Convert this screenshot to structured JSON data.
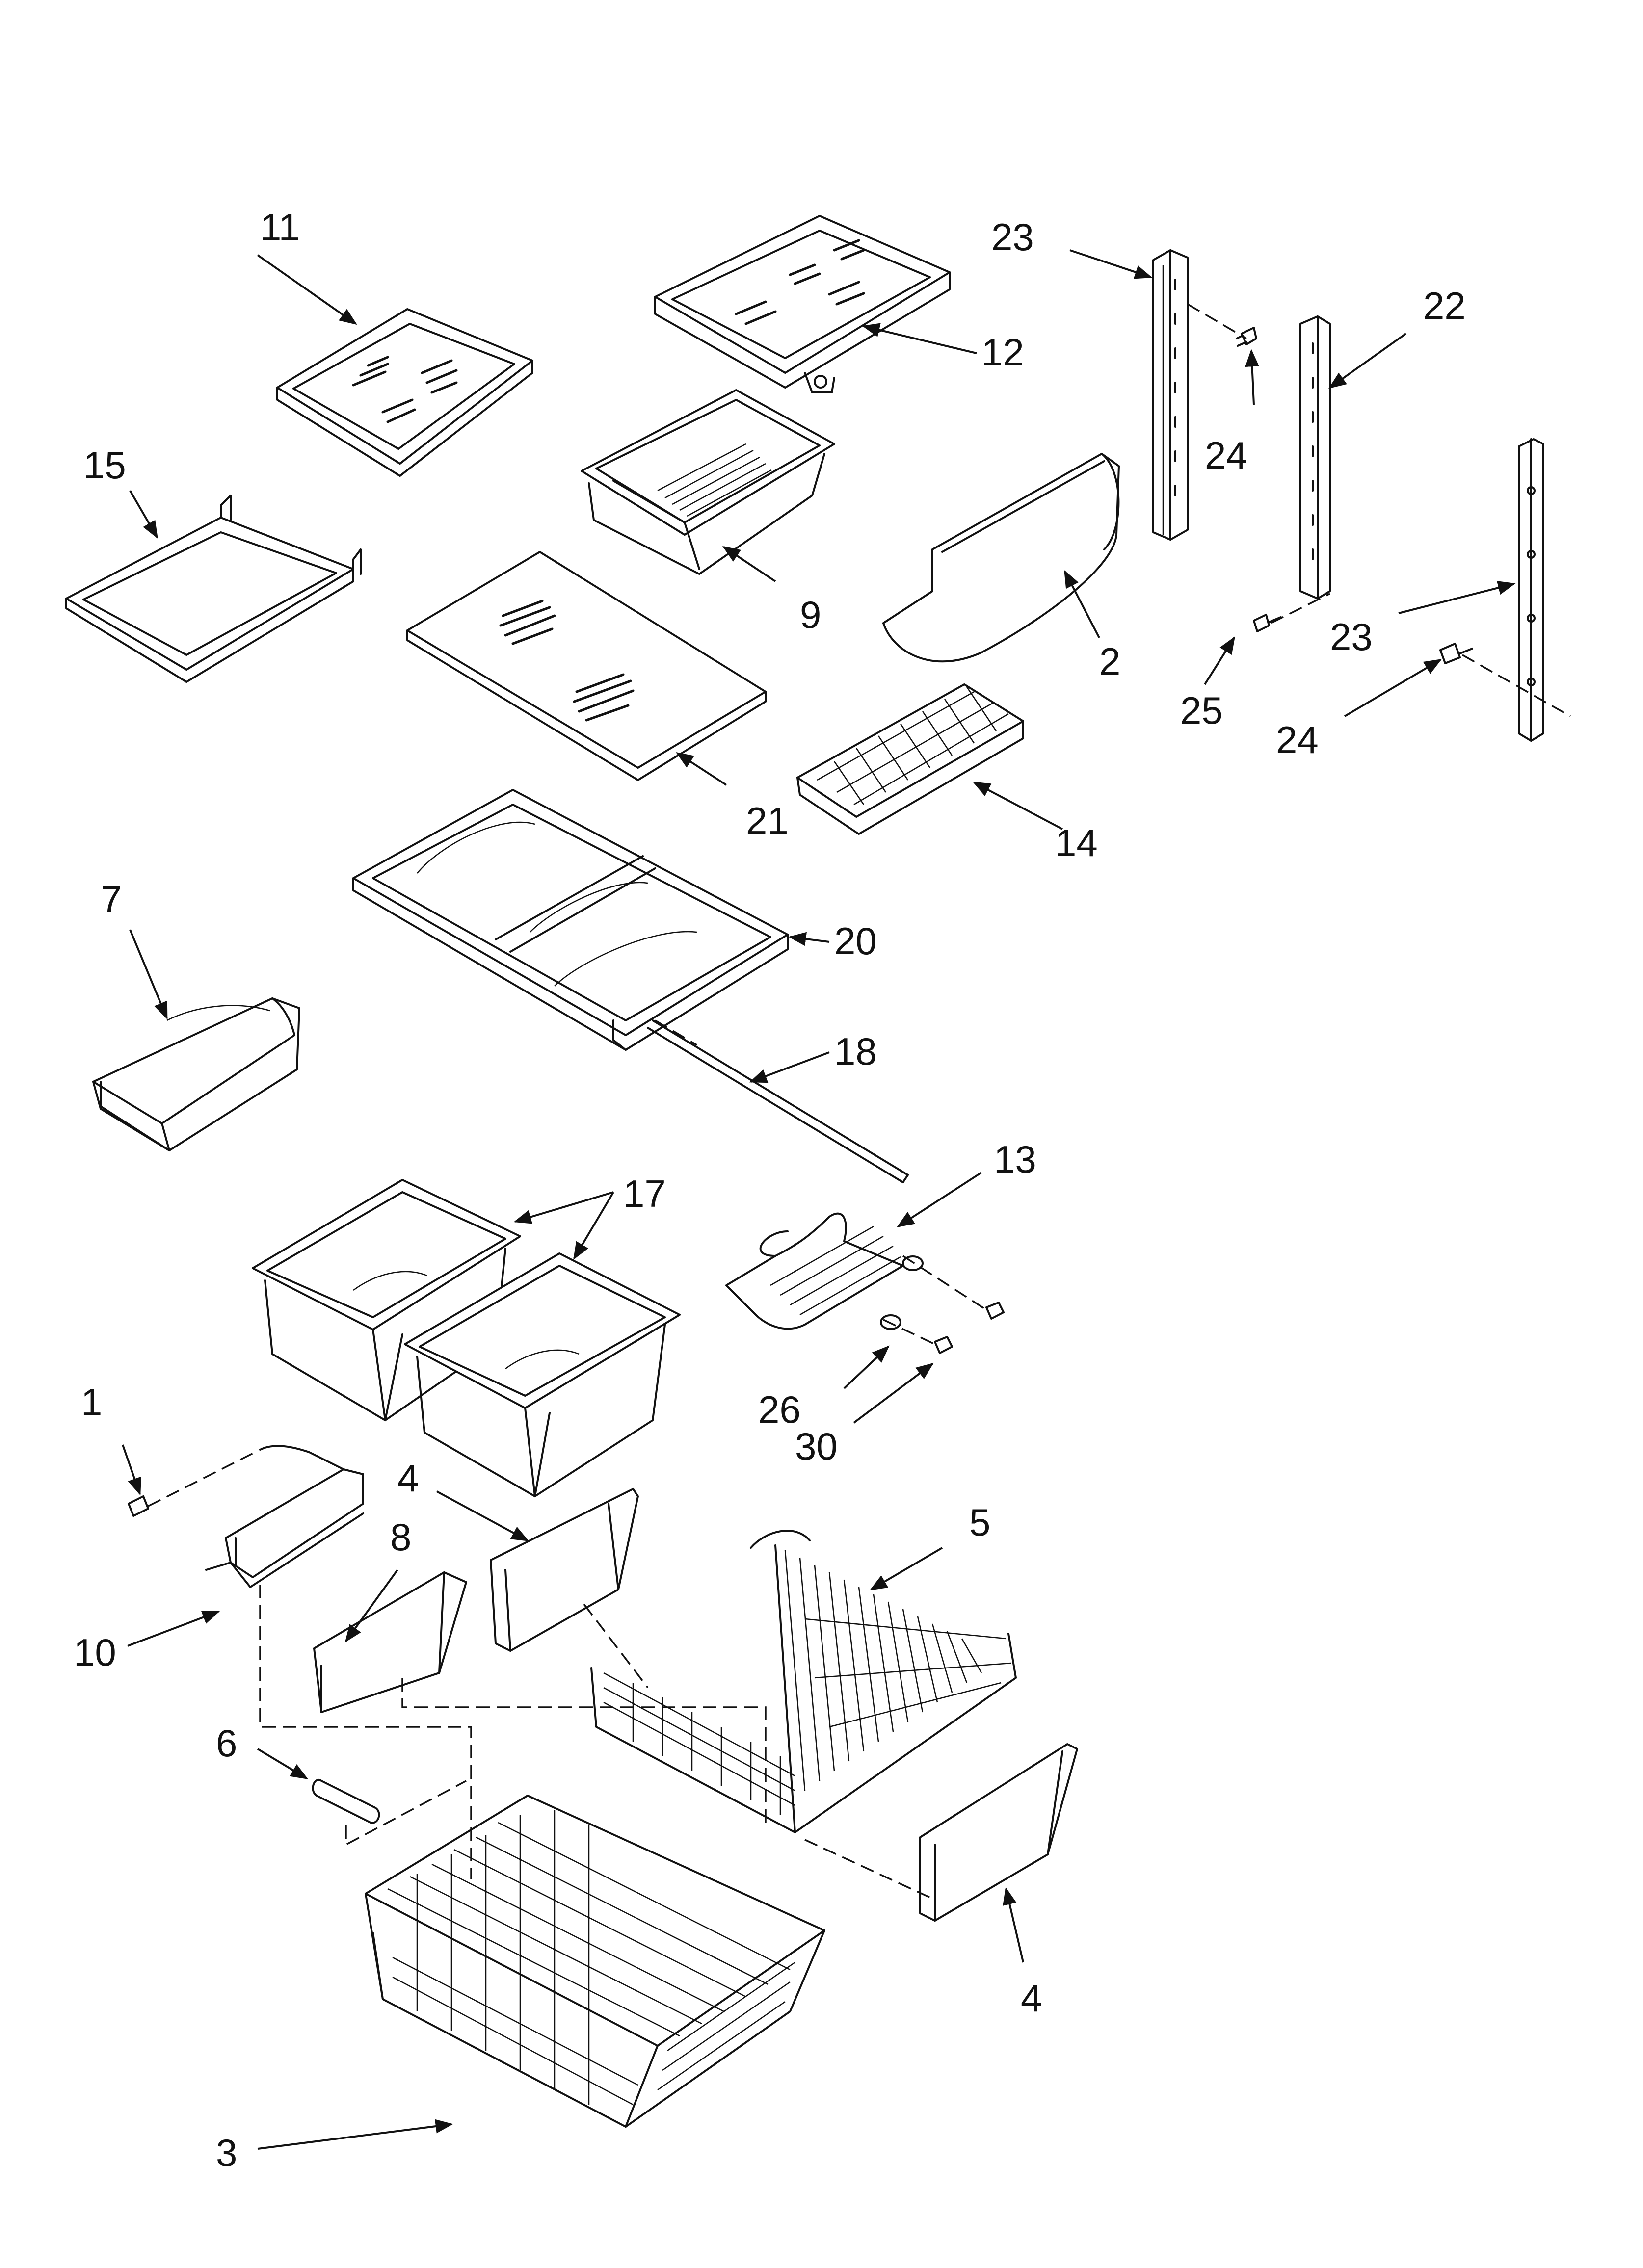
{
  "callouts": {
    "c1": "1",
    "c2": "2",
    "c3": "3",
    "c4a": "4",
    "c4b": "4",
    "c5": "5",
    "c6": "6",
    "c7": "7",
    "c8": "8",
    "c9": "9",
    "c10": "10",
    "c11": "11",
    "c12": "12",
    "c13": "13",
    "c14": "14",
    "c15": "15",
    "c17": "17",
    "c18": "18",
    "c20": "20",
    "c21": "21",
    "c22": "22",
    "c23a": "23",
    "c23b": "23",
    "c24a": "24",
    "c24b": "24",
    "c25": "25",
    "c26": "26",
    "c30": "30"
  },
  "colors": {
    "line": "#111111",
    "background": "#ffffff"
  }
}
